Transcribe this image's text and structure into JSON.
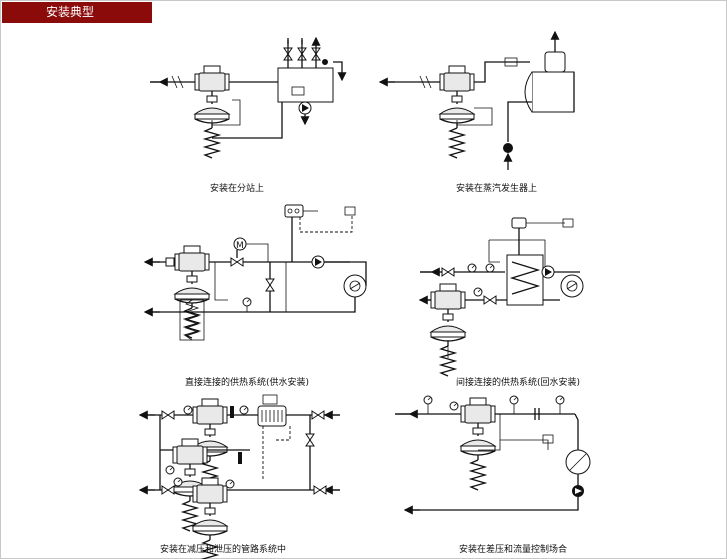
{
  "header": {
    "title": "安装典型"
  },
  "diagrams": [
    {
      "caption": "安装在分站上"
    },
    {
      "caption": "安装在蒸汽发生器上"
    },
    {
      "caption": "直接连接的供热系统(供水安装)"
    },
    {
      "caption": "间接连接的供热系统(回水安装)"
    },
    {
      "caption": "安装在减压和泄压的管路系统中"
    },
    {
      "caption": "安装在差压和流量控制场合"
    }
  ],
  "symbols": {
    "motor_label": "M"
  }
}
